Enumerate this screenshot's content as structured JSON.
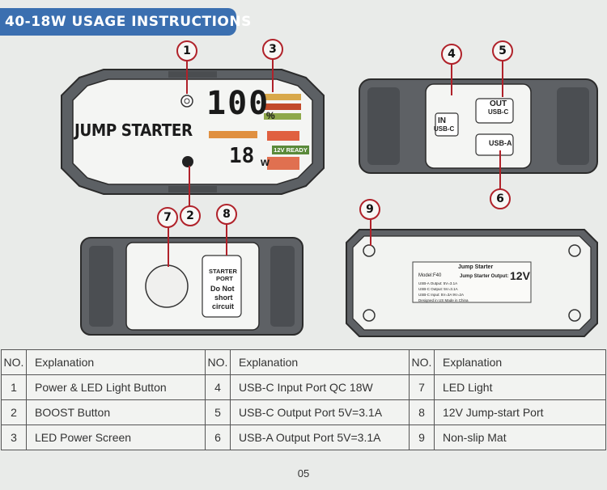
{
  "header": {
    "title": "40-18W USAGE INSTRUCTIONS"
  },
  "callouts": [
    "1",
    "2",
    "3",
    "4",
    "5",
    "6",
    "7",
    "8",
    "9"
  ],
  "device_front": {
    "label": "JUMP STARTER",
    "percent_digits": "100",
    "percent_sign": "%",
    "watt_digits": "18",
    "watt_unit": "w",
    "boost_text": "12V READY"
  },
  "device_ports": {
    "in_label": "IN",
    "in_type": "USB-C",
    "out_label": "OUT",
    "out_type": "USB-C",
    "usba_label": "USB-A"
  },
  "device_side": {
    "port_line1": "STARTER",
    "port_line2": "PORT",
    "warn_line1": "Do Not",
    "warn_line2": "short",
    "warn_line3": "circuit"
  },
  "device_bottom": {
    "sticker_title": "Jump Starter",
    "sticker_output_label": "Jump Starter Output:",
    "sticker_output_value": "12V",
    "sticker_model": "Model:F40",
    "sticker_lines": [
      "USB-A Output: 5V=3.1A",
      "USB-C Output: 5V=3.1A",
      "USB-C Input: 5V=3A  9V=2A",
      "Designed in US  Made in China"
    ]
  },
  "table": {
    "headers": [
      "NO.",
      "Explanation",
      "NO.",
      "Explanation",
      "NO.",
      "Explanation"
    ],
    "rows": [
      [
        "1",
        "Power & LED Light Button",
        "4",
        "USB-C Input Port QC 18W",
        "7",
        "LED Light"
      ],
      [
        "2",
        "BOOST Button",
        "5",
        "USB-C Output Port 5V=3.1A",
        "8",
        "12V Jump-start Port"
      ],
      [
        "3",
        "LED Power Screen",
        "6",
        "USB-A Output Port 5V=3.1A",
        "9",
        "Non-slip Mat"
      ]
    ]
  },
  "page_number": "05",
  "colors": {
    "header_blue": "#3b6fb0",
    "callout_red": "#b0222a",
    "device_outline": "#333333"
  }
}
